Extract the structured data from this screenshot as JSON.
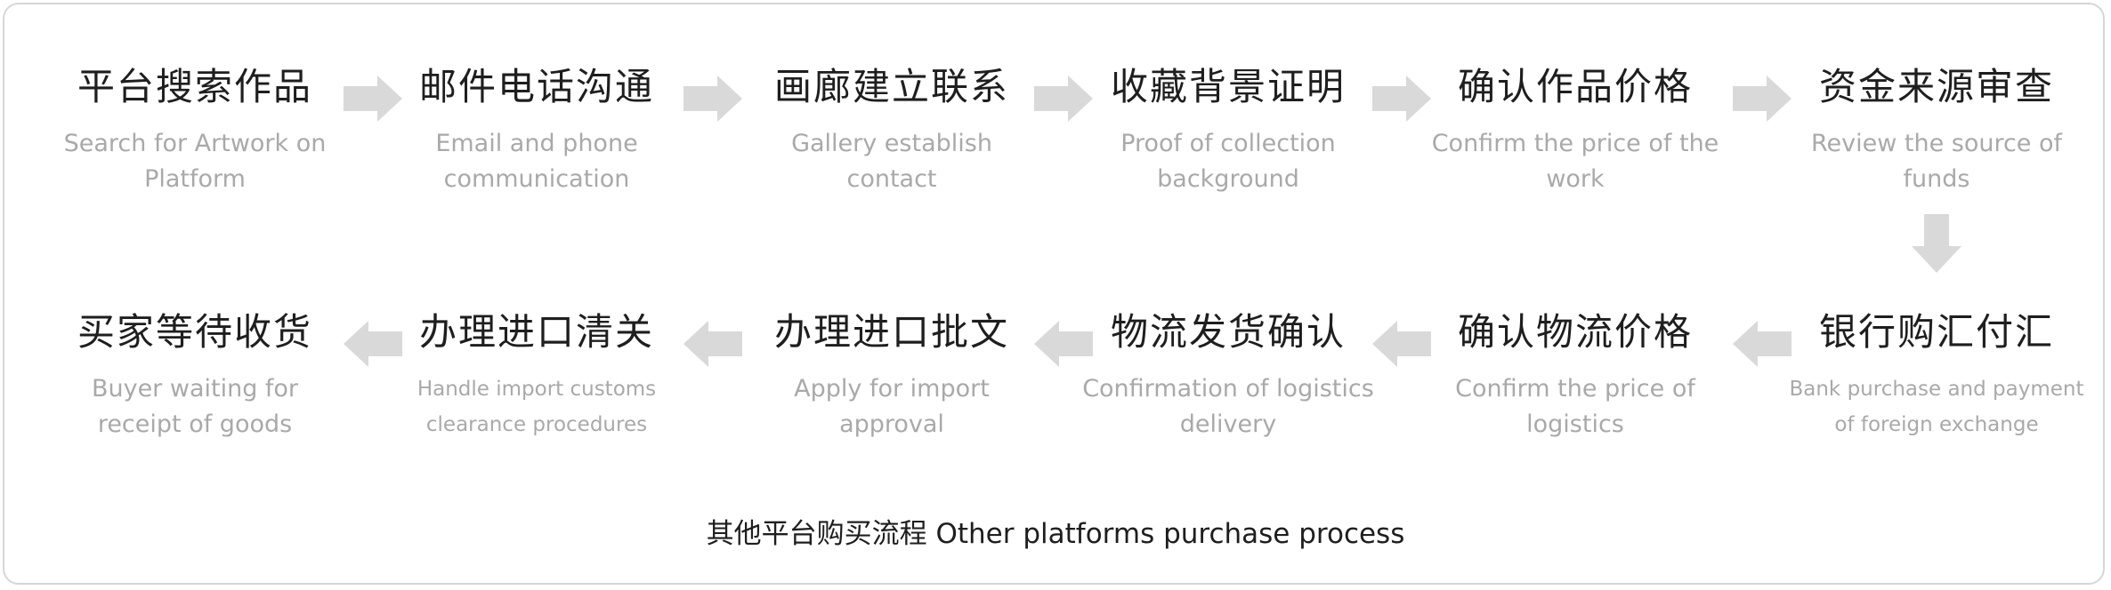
{
  "diagram": {
    "row1": [
      {
        "cn": "平台搜索作品",
        "en": "Search for Artwork on Platform"
      },
      {
        "cn": "邮件电话沟通",
        "en": "Email and phone communication"
      },
      {
        "cn": "画廊建立联系",
        "en": "Gallery establish contact"
      },
      {
        "cn": "收藏背景证明",
        "en": "Proof of collection background"
      },
      {
        "cn": "确认作品价格",
        "en": "Confirm the price of the work"
      },
      {
        "cn": "资金来源审查",
        "en": "Review the source of funds"
      }
    ],
    "row2": [
      {
        "cn": "买家等待收货",
        "en": "Buyer waiting for receipt of goods"
      },
      {
        "cn": "办理进口清关",
        "en": "Handle import customs clearance procedures"
      },
      {
        "cn": "办理进口批文",
        "en": "Apply for import approval"
      },
      {
        "cn": "物流发货确认",
        "en": "Confirmation of logistics delivery"
      },
      {
        "cn": "确认物流价格",
        "en": "Confirm the price of logistics"
      },
      {
        "cn": "银行购汇付汇",
        "en": "Bank purchase and payment of foreign exchange"
      }
    ],
    "caption": "其他平台购买流程 Other platforms purchase process",
    "arrow_color": "#d9d9d9"
  }
}
